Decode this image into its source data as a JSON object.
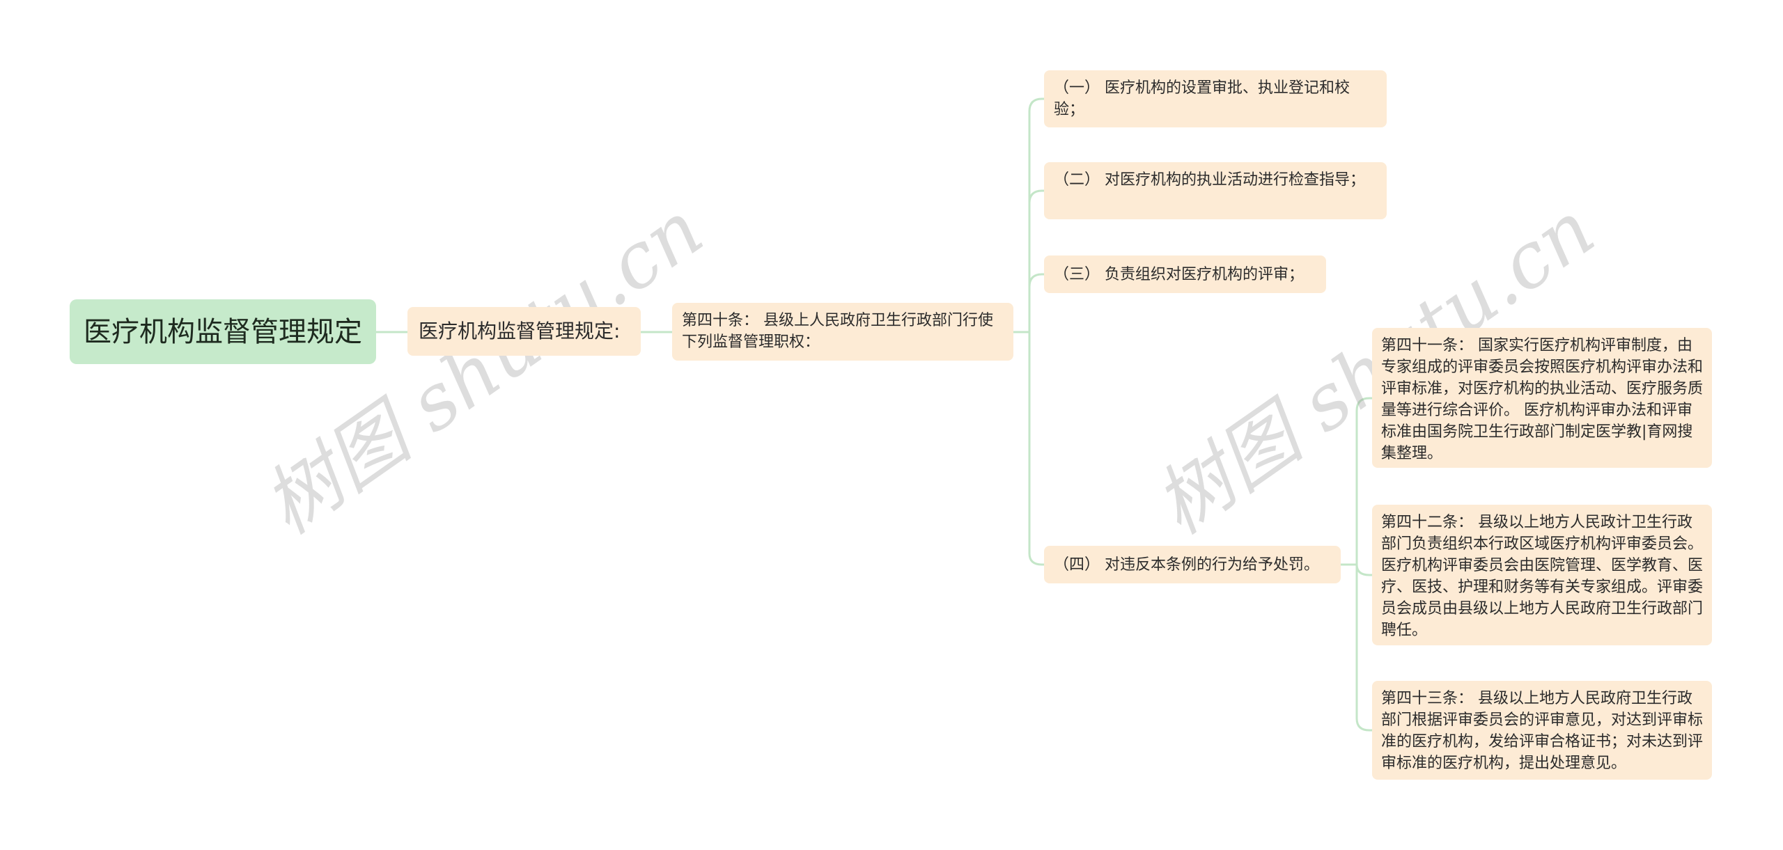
{
  "root": {
    "label": "医疗机构监督管理规定"
  },
  "level1": {
    "label": "医疗机构监督管理规定:"
  },
  "article40": {
    "label": "第四十条： 县级上人民政府卫生行政部门行使下列监督管理职权："
  },
  "duties": [
    {
      "label": "（一） 医疗机构的设置审批、执业登记和校验；"
    },
    {
      "label": "（二） 对医疗机构的执业活动进行检查指导；"
    },
    {
      "label": "（三） 负责组织对医疗机构的评审；"
    },
    {
      "label": "（四） 对违反本条例的行为给予处罚。"
    }
  ],
  "articles": [
    {
      "label": "第四十一条： 国家实行医疗机构评审制度，由专家组成的评审委员会按照医疗机构评审办法和评审标准，对医疗机构的执业活动、医疗服务质量等进行综合评价。 医疗机构评审办法和评审标准由国务院卫生行政部门制定医学教|育网搜集整理。"
    },
    {
      "label": "第四十二条： 县级以上地方人民政计卫生行政部门负责组织本行政区域医疗机构评审委员会。 医疗机构评审委员会由医院管理、医学教育、医疗、医技、护理和财务等有关专家组成。评审委员会成员由县级以上地方人民政府卫生行政部门聘任。"
    },
    {
      "label": "第四十三条： 县级以上地方人民政府卫生行政部门根据评审委员会的评审意见，对达到评审标准的医疗机构，发给评审合格证书；对未达到评审标准的医疗机构，提出处理意见。"
    }
  ],
  "watermarks": [
    {
      "label": "树图 shutu.cn"
    },
    {
      "label": "树图 shutu.cn"
    }
  ],
  "colors": {
    "root_fill": "#c6eacb",
    "node_fill": "#fdebd5",
    "connector": "#c4e6c8"
  }
}
